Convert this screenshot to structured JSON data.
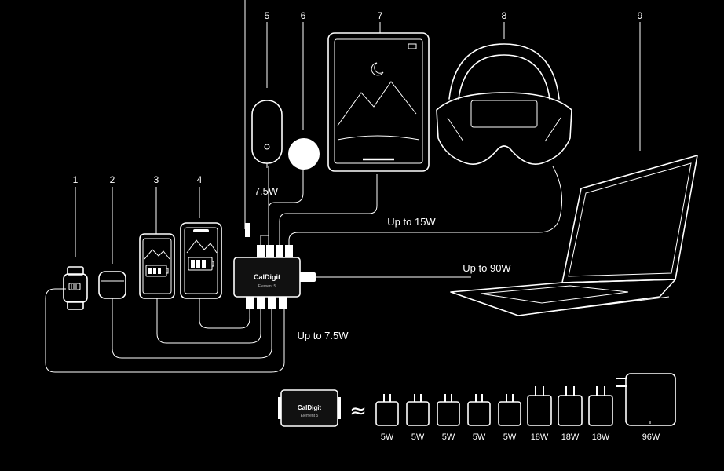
{
  "device_numbers": [
    "1",
    "2",
    "3",
    "4",
    "5",
    "6",
    "7",
    "8",
    "9"
  ],
  "power_labels": {
    "mouse": "7.5W",
    "tablet": "Up to 15W",
    "laptop": "Up to 90W",
    "bottom": "Up to 7.5W"
  },
  "hub": {
    "brand": "CalDigit",
    "model": "Element 5"
  },
  "chargers": [
    {
      "label": "5W"
    },
    {
      "label": "5W"
    },
    {
      "label": "5W"
    },
    {
      "label": "5W"
    },
    {
      "label": "5W"
    },
    {
      "label": "18W"
    },
    {
      "label": "18W"
    },
    {
      "label": "18W"
    },
    {
      "label": "96W"
    }
  ],
  "approx_symbol": "≈"
}
